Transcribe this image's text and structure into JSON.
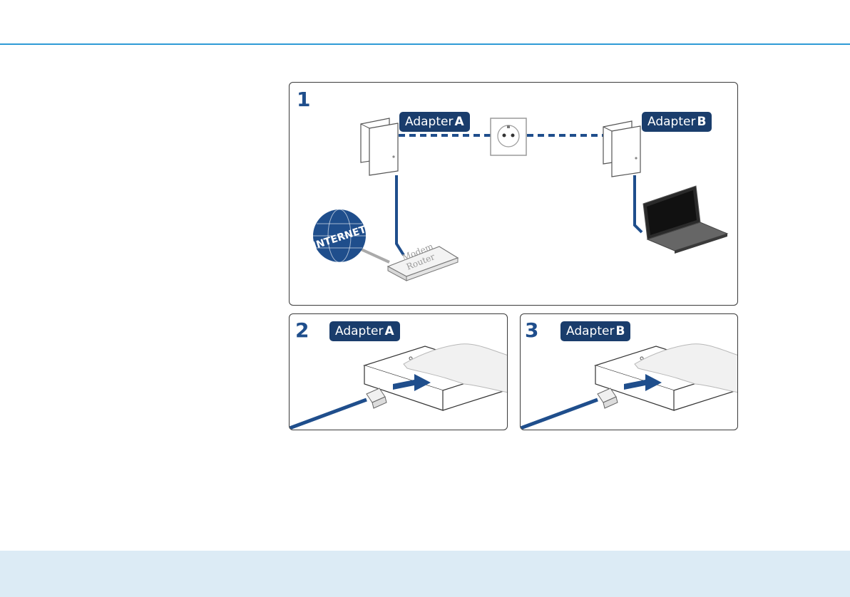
{
  "steps": [
    {
      "number": "1",
      "labels": [
        {
          "prefix": "Adapter",
          "letter": "A"
        },
        {
          "prefix": "Adapter",
          "letter": "B"
        }
      ],
      "internet_text": "INTERNET",
      "router_text_1": "Modem",
      "router_text_2": "Router"
    },
    {
      "number": "2",
      "label": {
        "prefix": "Adapter",
        "letter": "A"
      }
    },
    {
      "number": "3",
      "label": {
        "prefix": "Adapter",
        "letter": "B"
      }
    }
  ],
  "colors": {
    "accent_rule": "#2f9bd6",
    "label_bg": "#1a3d6c",
    "step_number": "#1f4e8c",
    "cable": "#1f4e8c",
    "footer": "#dcebf5"
  }
}
